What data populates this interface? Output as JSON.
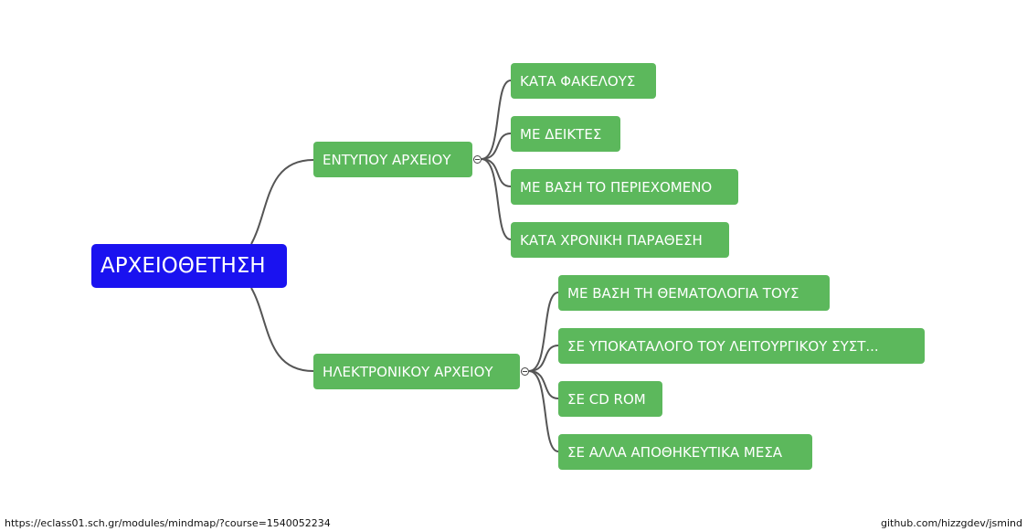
{
  "mindmap": {
    "root": {
      "label": "ΑΡΧΕΙΟΘΕΤΗΣΗ",
      "color": "#1a12f0"
    },
    "branches": [
      {
        "label": "ΕΝΤΥΠΟΥ ΑΡΧΕΙΟΥ",
        "expanded": true,
        "children": [
          "ΚΑΤΑ ΦΑΚΕΛΟΥΣ",
          "ΜΕ ΔΕΙΚΤΕΣ",
          "ΜΕ ΒΑΣΗ ΤΟ ΠΕΡΙΕΧΟΜΕΝΟ",
          "ΚΑΤΑ ΧΡΟΝΙΚΗ ΠΑΡΑΘΕΣΗ"
        ]
      },
      {
        "label": "ΗΛΕΚΤΡΟΝΙΚΟΥ ΑΡΧΕΙΟΥ",
        "expanded": true,
        "children": [
          "ΜΕ ΒΑΣΗ ΤΗ ΘΕΜΑΤΟΛΟΓΙΑ ΤΟΥΣ",
          "ΣΕ ΥΠΟΚΑΤΑΛΟΓΟ ΤΟΥ ΛΕΙΤΟΥΡΓΙΚΟΥ ΣΥΣΤ...",
          "ΣΕ CD ROM",
          "ΣΕ ΑΛΛΑ ΑΠΟΘΗΚΕΥΤΙΚΑ ΜΕΣΑ"
        ]
      }
    ],
    "node_color": "#5cb85c",
    "link_color": "#555555"
  },
  "footer": {
    "url": "https://eclass01.sch.gr/modules/mindmap/?course=1540052234",
    "credit": "github.com/hizzgdev/jsmind"
  }
}
